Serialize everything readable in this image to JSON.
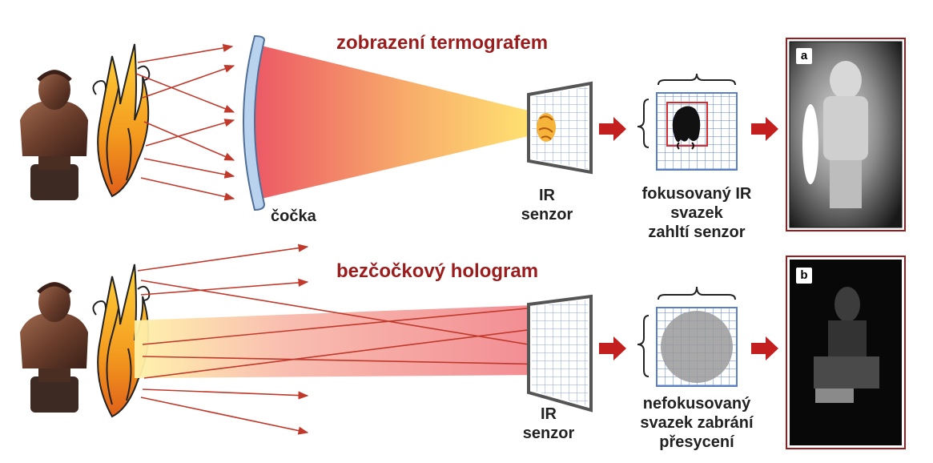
{
  "top": {
    "title": "zobrazení termografem",
    "lens_label": "čočka",
    "sensor_label_1": "IR",
    "sensor_label_2": "senzor",
    "caption": [
      "fokusovaný IR",
      "svazek",
      "zahltí senzor"
    ],
    "panel_letter": "a"
  },
  "bottom": {
    "title": "bezčočkový hologram",
    "sensor_label_1": "IR",
    "sensor_label_2": "senzor",
    "caption": [
      "nefokusovaný",
      "svazek zabrání",
      "přesycení"
    ],
    "panel_letter": "b"
  },
  "colors": {
    "title": "#9b1c1c",
    "arrow": "#c0392b",
    "grid": "#5b7fc7",
    "lens": "#b9d3ee",
    "beam_top_start": "#e8384a",
    "beam_top_end": "#ffe36a"
  },
  "icons": [
    "bust-statue",
    "flame",
    "lens",
    "ir-sensor-grid",
    "thermal-photo",
    "hologram-photo"
  ]
}
